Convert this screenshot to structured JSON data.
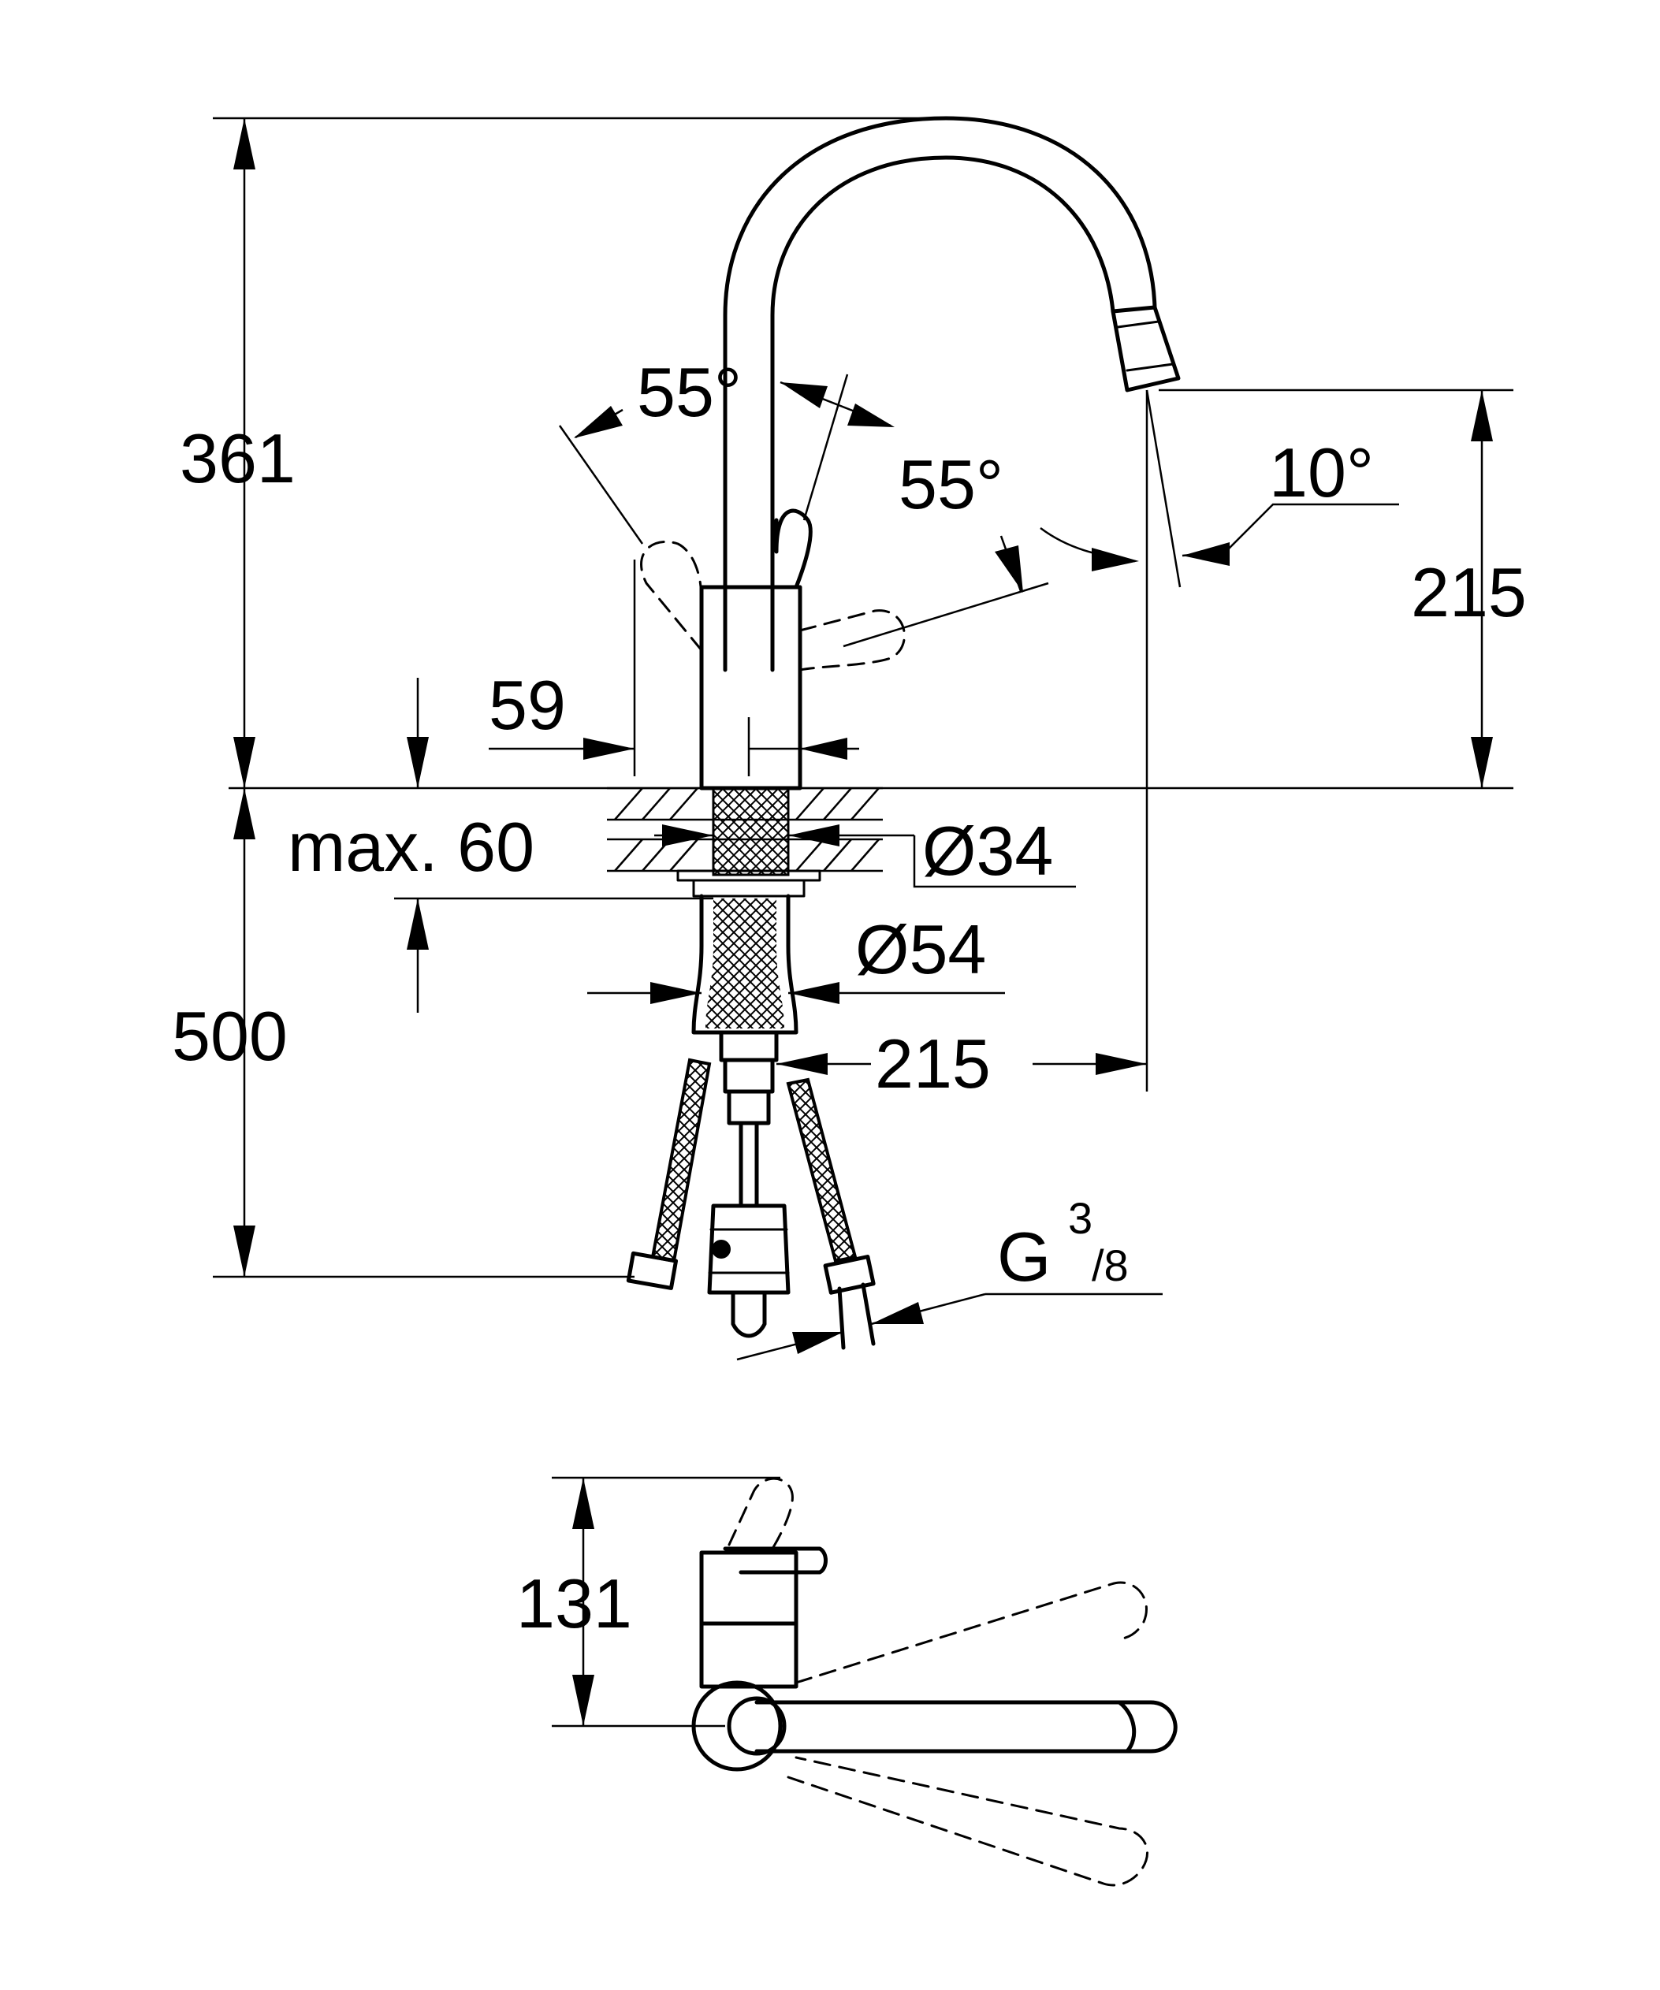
{
  "labels": {
    "height_total": "361",
    "angle_left": "55°",
    "angle_right": "55°",
    "angle_spout": "10°",
    "spout_height": "215",
    "lever_offset": "59",
    "max_thickness": "max. 60",
    "hole_diameter": "Ø34",
    "body_diameter": "Ø54",
    "hose_length": "500",
    "reach": "215",
    "thread_main": "G",
    "thread_num": "3",
    "thread_den": "/8",
    "plan_depth": "131"
  }
}
